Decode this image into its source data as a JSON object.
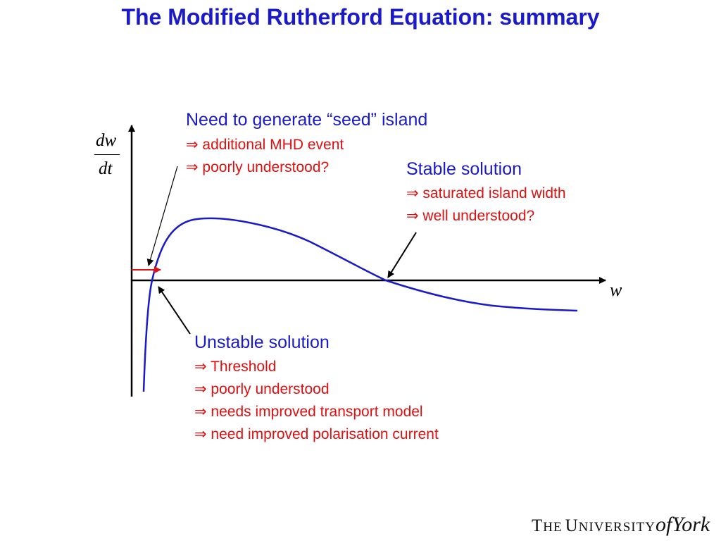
{
  "title": "The Modified Rutherford Equation: summary",
  "y_label": {
    "numerator": "dw",
    "denominator": "dt"
  },
  "x_label": "w",
  "notes": {
    "seed": {
      "heading": "Need to generate “seed” island",
      "points": [
        "⇒ additional MHD event",
        "⇒ poorly understood?"
      ]
    },
    "stable": {
      "heading": "Stable solution",
      "points": [
        "⇒ saturated island width",
        "⇒ well understood?"
      ]
    },
    "unstable": {
      "heading": "Unstable solution",
      "points": [
        "⇒ Threshold",
        "⇒ poorly understood",
        "⇒ needs improved transport model",
        "⇒ need improved polarisation current"
      ]
    }
  },
  "logo": {
    "the": "T",
    "he": "HE",
    "u": "U",
    "niversity": "NIVERSITY",
    "of": "of",
    "york": "York"
  },
  "colors": {
    "title": "#1a1ac8",
    "curve": "#1a1ac8",
    "red_text": "#e01010",
    "seed_arrow": "#e01010",
    "axes": "#000000"
  }
}
